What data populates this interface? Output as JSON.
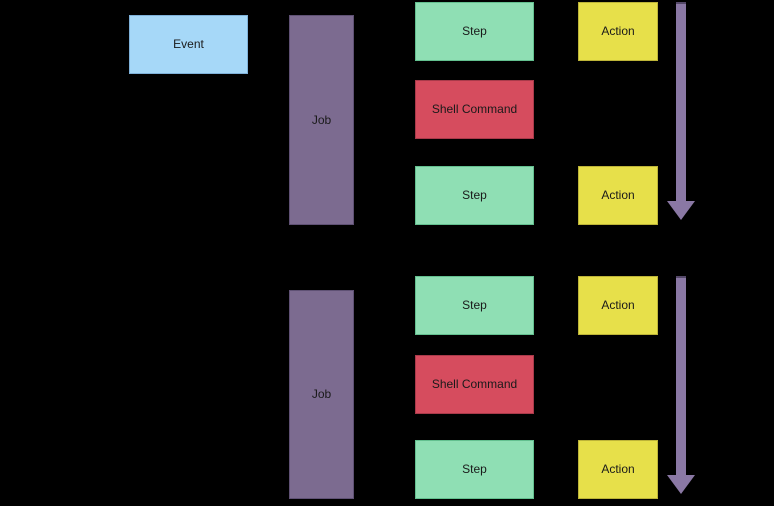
{
  "palette": {
    "background": "#000000",
    "text": "#1a1a1a",
    "event_fill": "#a6d8f8",
    "event_stroke": "#7fb1d9",
    "job_fill": "#7c6b90",
    "job_stroke": "#5f5174",
    "step_fill": "#8fdfb4",
    "step_stroke": "#63c08f",
    "shell_fill": "#d64c5e",
    "shell_stroke": "#a93a4a",
    "action_fill": "#e7e04a",
    "action_stroke": "#bdb438",
    "arrow_fill": "#8a78a4",
    "arrow_stroke": "#544868"
  },
  "event": {
    "label": "Event"
  },
  "groups": [
    {
      "job": {
        "label": "Job"
      },
      "steps": [
        {
          "type": "step",
          "label": "Step"
        },
        {
          "type": "shell-command",
          "label": "Shell Command"
        },
        {
          "type": "step",
          "label": "Step"
        }
      ],
      "actions": [
        {
          "label": "Action"
        },
        {
          "label": "Action"
        }
      ],
      "arrow": {
        "icon": "down-arrow"
      }
    },
    {
      "job": {
        "label": "Job"
      },
      "steps": [
        {
          "type": "step",
          "label": "Step"
        },
        {
          "type": "shell-command",
          "label": "Shell Command"
        },
        {
          "type": "step",
          "label": "Step"
        }
      ],
      "actions": [
        {
          "label": "Action"
        },
        {
          "label": "Action"
        }
      ],
      "arrow": {
        "icon": "down-arrow"
      }
    }
  ]
}
